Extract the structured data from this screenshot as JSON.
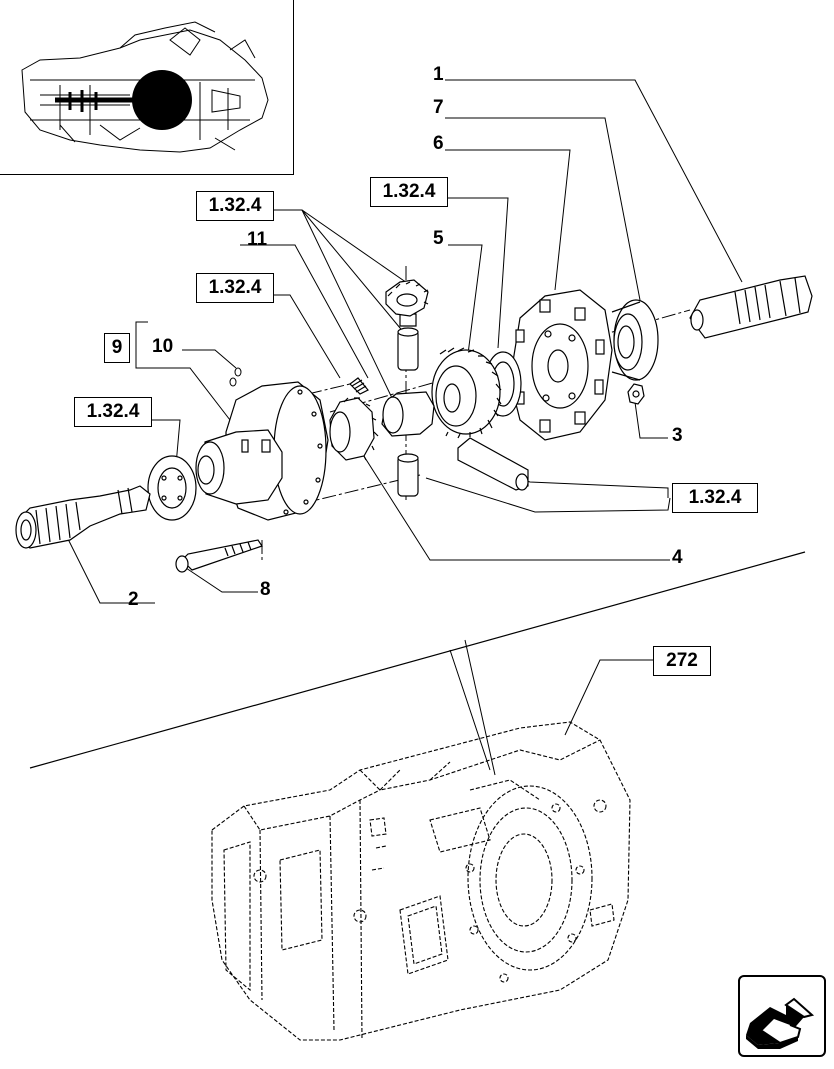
{
  "callouts": {
    "c1": "1",
    "c2": "2",
    "c3": "3",
    "c4": "4",
    "c5": "5",
    "c6": "6",
    "c7": "7",
    "c8": "8",
    "c10": "10",
    "c11": "11"
  },
  "ref_boxes": {
    "r1": "1.32.4",
    "r2": "1.32.4",
    "r3": "1.32.4",
    "r4": "1.32.4",
    "r5": "1.32.4",
    "r9": "9",
    "r272": "272"
  }
}
